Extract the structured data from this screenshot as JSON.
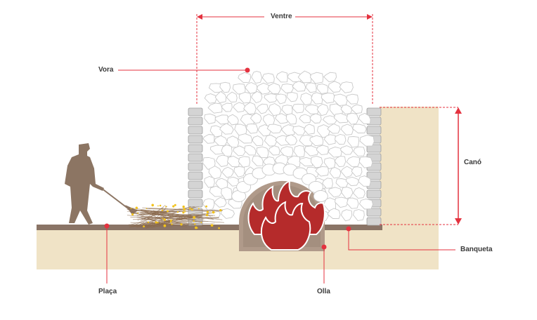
{
  "labels": {
    "ventre": "Ventre",
    "vora": "Vora",
    "cano": "Canó",
    "banqueta": "Banqueta",
    "placa": "Plaça",
    "olla": "Olla"
  },
  "colors": {
    "leader_line": "#e4323f",
    "ground_fill": "#f0e3c6",
    "ground_surface": "#8a7466",
    "pit_fill": "#b09a8a",
    "flame": "#b52b2b",
    "flame_outline": "#ffffff",
    "stone_fill": "#ffffff",
    "stone_outline": "#c9c9c9",
    "wall_block": "#d4d4d4",
    "wall_block_outline": "#9e9e9e",
    "figure": "#8c7563",
    "brush_sticks": "#8a6a4e",
    "brush_leaves": "#f2c21c",
    "label_text": "#3a3a3a"
  },
  "icons": [
    "person-with-rake-silhouette",
    "brushwood-bundle",
    "fire-flames",
    "stone-dome"
  ]
}
